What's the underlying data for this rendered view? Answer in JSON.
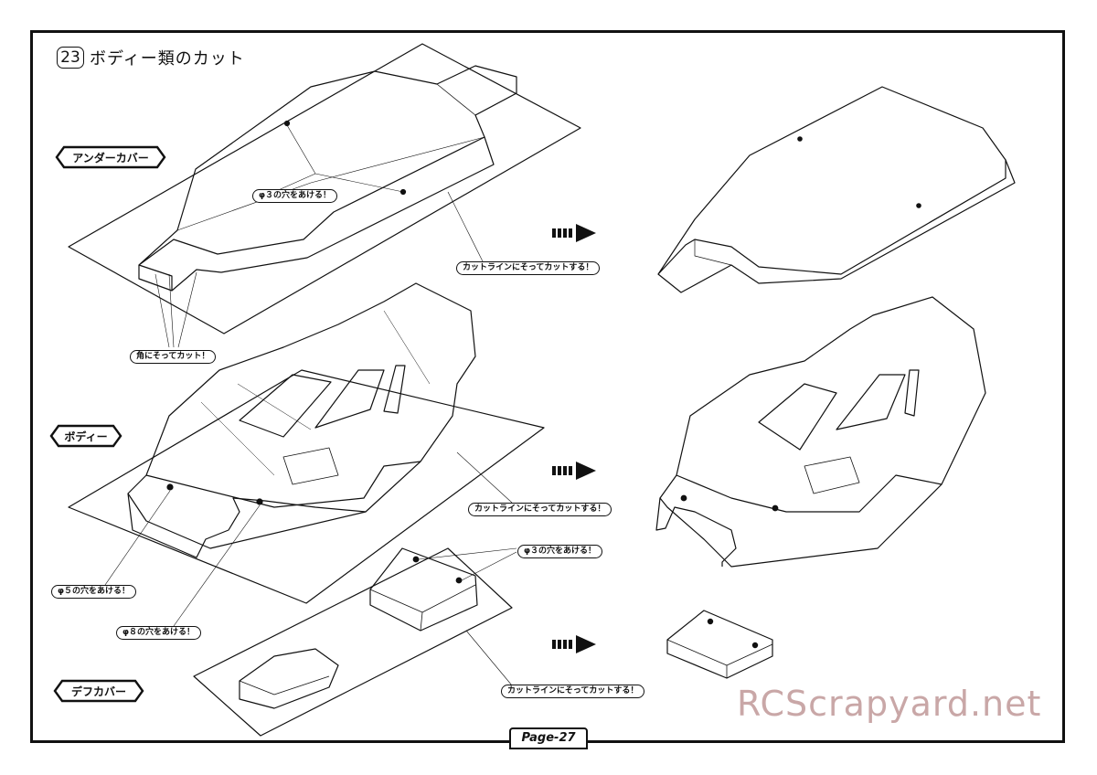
{
  "step": {
    "number": "23",
    "title": "ボディー類のカット"
  },
  "sections": {
    "under_cover": "アンダーカバー",
    "body": "ボディー",
    "diff_cover": "デフカバー"
  },
  "notes": {
    "hole3_top": "φ３の穴をあける！",
    "cut_line_1": "カットラインにそってカットする！",
    "corner_cut": "角にそってカット！",
    "cut_line_2": "カットラインにそってカットする！",
    "hole5": "φ５の穴をあける！",
    "hole8": "φ８の穴をあける！",
    "hole3_diff": "φ３の穴をあける！",
    "cut_line_3": "カットラインにそってカットする！"
  },
  "page": "Page-27",
  "watermark": "RCScrapyard.net",
  "colors": {
    "line": "#111111",
    "watermark": "#c9a7a7"
  }
}
